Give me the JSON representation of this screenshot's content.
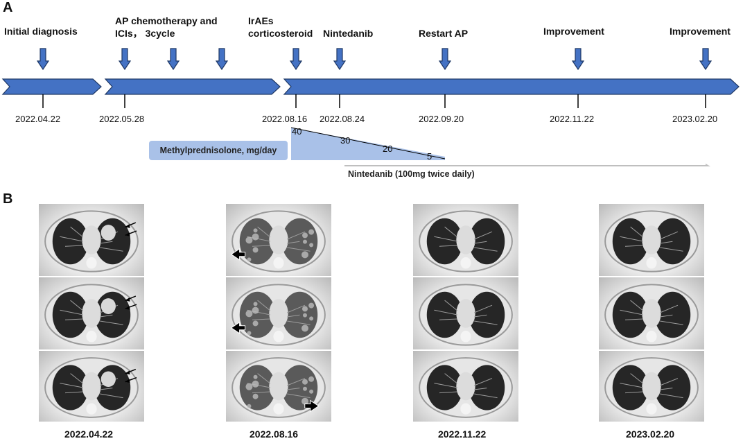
{
  "panel_a": {
    "letter": "A",
    "events": {
      "initial": "Initial diagnosis",
      "ap_line1": "AP chemotherapy and",
      "ap_line2": "ICIs， 3cycle",
      "irae_line1": "IrAEs",
      "irae_line2": "corticosteroid",
      "nintedanib": "Nintedanib",
      "restart": "Restart AP",
      "improvement1": "Improvement",
      "improvement2": "Improvement"
    },
    "dates": [
      "2022.04.22",
      "2022.05.28",
      "2022.08.16",
      "2022.08.24",
      "2022.09.20",
      "2022.11.22",
      "2023.02.20"
    ],
    "methylpred_label": "Methylprednisolone, mg/day",
    "doses": [
      "40",
      "30",
      "20",
      "5"
    ],
    "nintedanib_bar": "Nintedanib (100mg twice daily)",
    "colors": {
      "timeline": "#4472c4",
      "timeline_border": "#1f3864",
      "taper": "#a9c1e8",
      "gray_bar": "#bfbfbf"
    }
  },
  "panel_b": {
    "letter": "B",
    "captions": [
      "2022.04.22",
      "2022.08.16",
      "2022.11.22",
      "2023.02.20"
    ]
  }
}
